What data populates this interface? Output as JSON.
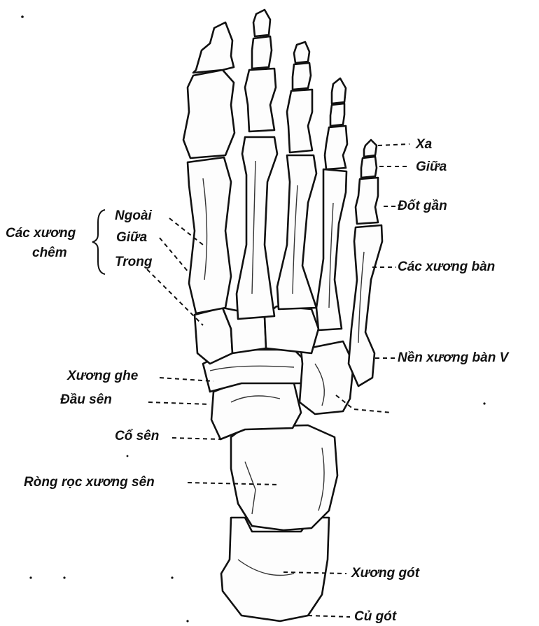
{
  "labels": {
    "xa": "Xa",
    "giua_phalanx": "Giữa",
    "dot_gan": "Đốt gần",
    "cac_xuong_ban": "Các xương bàn",
    "nen_xuong_ban_v": "Nền xương bàn V",
    "cac_xuong_chem_line1": "Các xương",
    "cac_xuong_chem_line2": "chêm",
    "ngoai": "Ngoài",
    "giua_cuneiform": "Giữa",
    "trong": "Trong",
    "xuong_ghe": "Xương ghe",
    "dau_sen": "Đầu sên",
    "co_sen": "Cổ sên",
    "rong_roc_xuong_sen": "Ròng rọc xương sên",
    "xuong_got": "Xương gót",
    "cu_got": "Củ gót"
  },
  "colors": {
    "ink": "#111111",
    "paper": "#ffffff"
  }
}
